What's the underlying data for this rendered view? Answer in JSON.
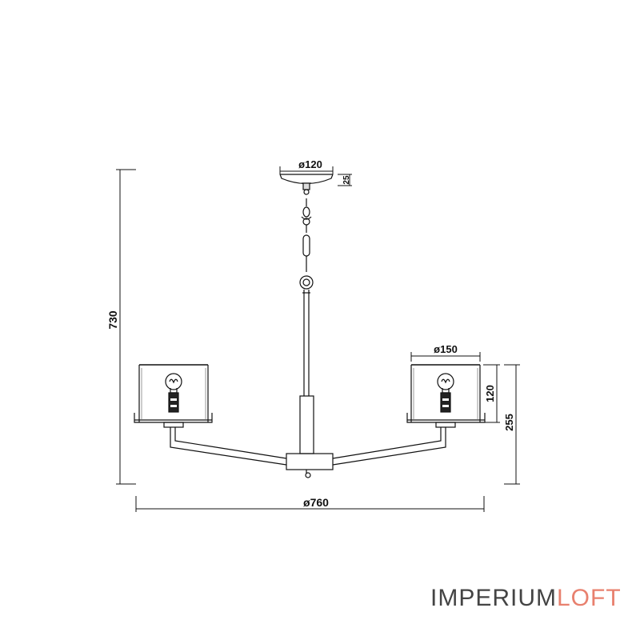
{
  "dimensions": {
    "canopy_diameter": "ø120",
    "canopy_height": "25",
    "overall_height": "730",
    "shade_diameter": "ø150",
    "shade_height": "120",
    "arm_height": "255",
    "overall_diameter": "ø760"
  },
  "brand": {
    "part1": "IMPERIUM",
    "part2": "LOFT",
    "color_primary": "#444444",
    "color_accent": "#e8806e"
  }
}
